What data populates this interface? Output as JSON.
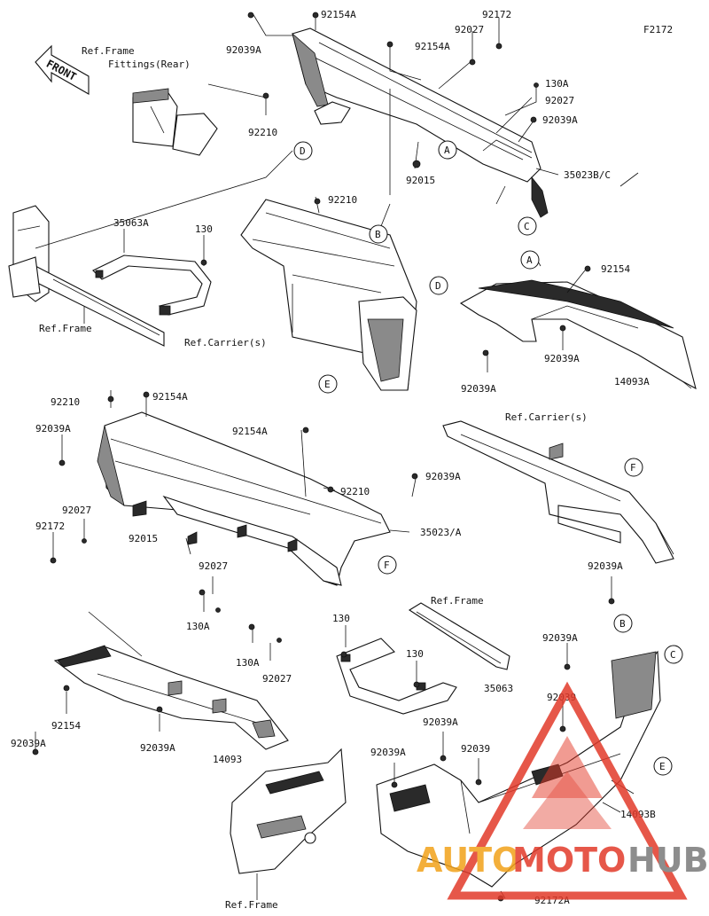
{
  "diagram_code": "F2172",
  "front_label": "FRONT",
  "ref_labels": {
    "frame_fittings_line1": "Ref.Frame",
    "frame_fittings_line2": "Fittings(Rear)",
    "frame_left": "Ref.Frame",
    "carrier_top": "Ref.Carrier(s)",
    "carrier_right": "Ref.Carrier(s)",
    "frame_mid": "Ref.Frame",
    "frame_bottom": "Ref.Frame"
  },
  "callouts": [
    "A",
    "B",
    "C",
    "D",
    "E",
    "F"
  ],
  "part_labels": {
    "p92154A_1": "92154A",
    "p92154A_2": "92154A",
    "p92172_1": "92172",
    "p92027_1": "92027",
    "p92039A_1": "92039A",
    "p130A_1": "130A",
    "p92027_2": "92027",
    "p92039A_2": "92039A",
    "p92210_1": "92210",
    "p92015_1": "92015",
    "p35023BC": "35023B/C",
    "p92210_2": "92210",
    "p35063A": "35063A",
    "p130_1": "130",
    "p92154": "92154",
    "p92039A_3": "92039A",
    "p92039A_4": "92039A",
    "p14093A": "14093A",
    "p92210_3": "92210",
    "p92154A_3": "92154A",
    "p92039A_5": "92039A",
    "p92154A_4": "92154A",
    "p92210_4": "92210",
    "p92039A_6": "92039A",
    "p92027_3": "92027",
    "p92172_2": "92172",
    "p92015_2": "92015",
    "p35023A": "35023/A",
    "p92027_4": "92027",
    "p130A_2": "130A",
    "p130A_3": "130A",
    "p92027_5": "92027",
    "p130_2": "130",
    "p130_3": "130",
    "p35063": "35063",
    "p92039A_7": "92039A",
    "p92039A_8": "92039A",
    "p92039": "92039",
    "p92039A_9": "92039A",
    "p92154_2": "92154",
    "p92039A_10": "92039A",
    "p14093": "14093",
    "p92039A_11": "92039A",
    "p92039A_12": "92039A",
    "p92039_2": "92039",
    "p14093B": "14093B",
    "p92172A": "92172A"
  },
  "watermark": {
    "auto": "AUTO",
    "moto": "MOTO",
    "hub": "HUB",
    "color_red": "#e23a2a",
    "color_orange": "#f2a21a",
    "color_gray": "#7a7a7a"
  }
}
